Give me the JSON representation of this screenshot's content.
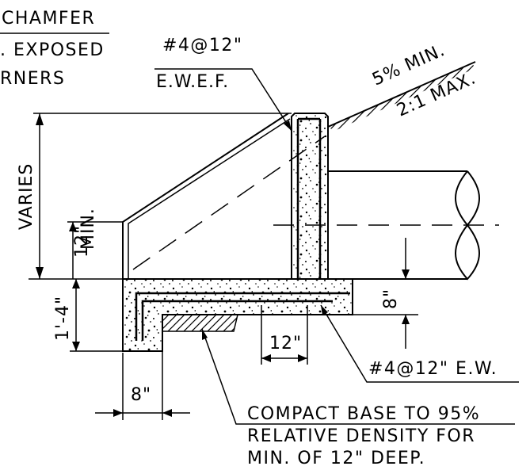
{
  "labels": {
    "chamfer": "CHAMFER",
    "exposed": ". EXPOSED",
    "corners": "RNERS",
    "rebar_top": "#4@12\"",
    "ewef": "E.W.E.F.",
    "slope_min": "5% MIN.",
    "slope_max": "2:1 MAX.",
    "varies": "VARIES",
    "twelve_in": "12\"",
    "min": "MIN.",
    "one_four": "1'-4\"",
    "eight_in_right": "8\"",
    "twelve_in_bottom": "12\"",
    "rebar_bottom": "#4@12\" E.W.",
    "eight_in_bottom": "8\"",
    "compact_1": "COMPACT BASE TO 95%",
    "compact_2": "RELATIVE DENSITY FOR",
    "compact_3": "MIN. OF 12\" DEEP."
  }
}
